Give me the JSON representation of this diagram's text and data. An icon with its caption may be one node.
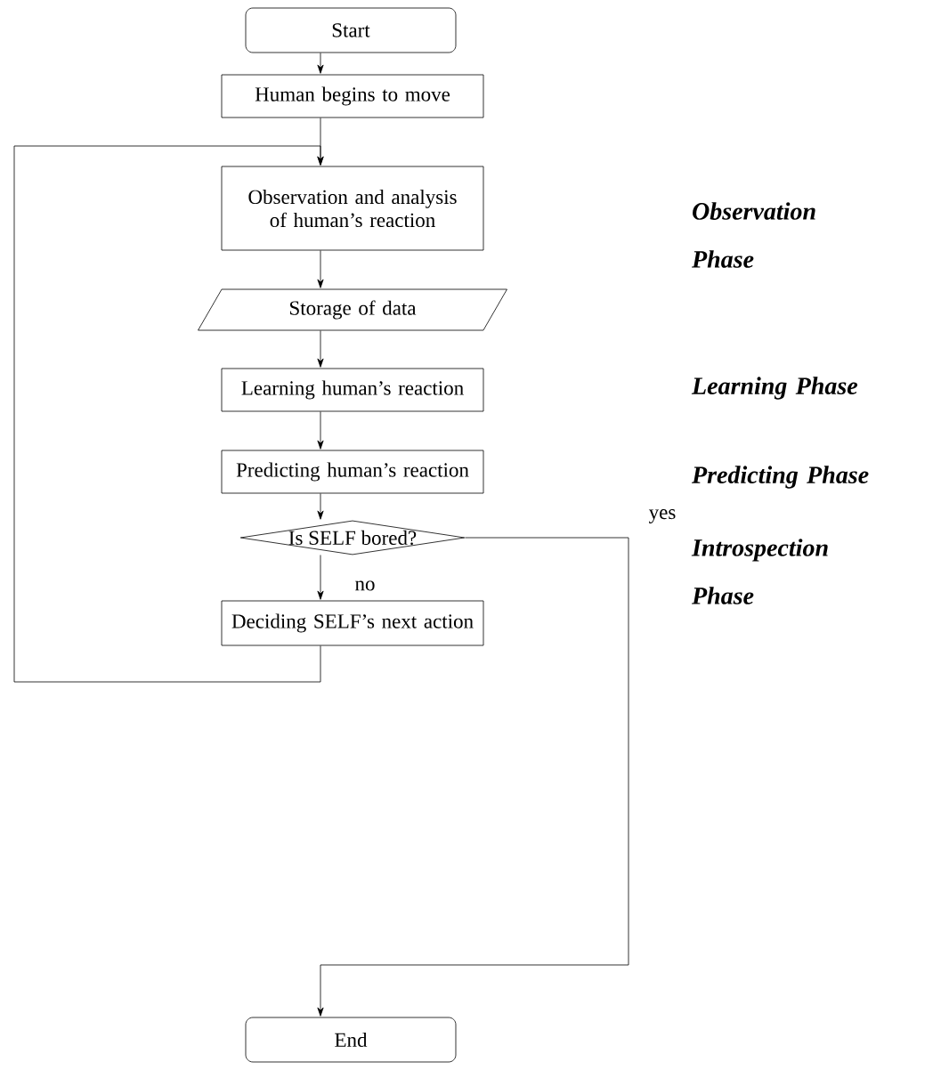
{
  "diagram": {
    "nodes": [
      {
        "text": [
          "Start"
        ]
      },
      {
        "text": [
          "Human begins to move"
        ]
      },
      {
        "text": [
          "Observation and analysis of human’s reaction"
        ]
      },
      {
        "text": [
          "Storage of data"
        ]
      },
      {
        "text": [
          "Learning human’s reaction"
        ]
      },
      {
        "text": [
          "Predicting human’s reaction"
        ]
      },
      {
        "text": [
          "Is SELF bored?"
        ]
      },
      {
        "text": [
          "Deciding SELF’s next action"
        ]
      },
      {
        "text": [
          "End"
        ]
      }
    ],
    "edges": [
      {
        "from": 0,
        "to": 1,
        "arrow": "to"
      },
      {
        "from": 1,
        "to": 2,
        "arrow": "to"
      },
      {
        "from": 2,
        "to": 3,
        "arrow": "to"
      },
      {
        "from": 3,
        "to": 4,
        "arrow": "to"
      },
      {
        "from": 4,
        "to": 5,
        "arrow": "to"
      },
      {
        "from": 5,
        "to": 6,
        "arrow": "to"
      },
      {
        "from": 6,
        "to": 7,
        "arrow": "to",
        "label": "no"
      },
      {
        "from": 6,
        "to": 8,
        "arrow": "to",
        "label": "yes"
      },
      {
        "from": 7,
        "to": 2,
        "arrow": "to"
      }
    ],
    "labels": [
      "Observation Phase",
      "Learning Phase",
      "Predicting Phase",
      "Introspection Phase"
    ]
  }
}
